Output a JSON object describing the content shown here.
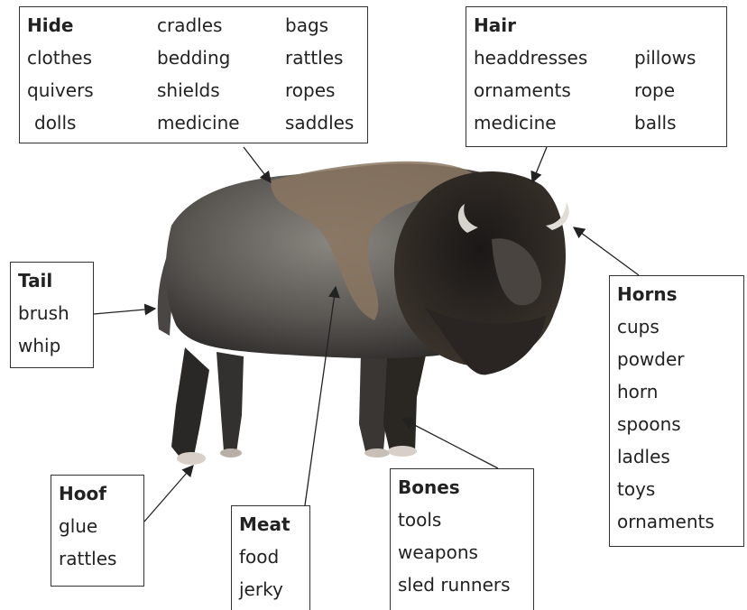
{
  "hide": {
    "title": "Hide",
    "col1": [
      "clothes",
      "quivers",
      "dolls"
    ],
    "col2": [
      "cradles",
      "bedding",
      "shields",
      "medicine"
    ],
    "col3": [
      "bags",
      "rattles",
      "ropes",
      "saddles"
    ]
  },
  "hair": {
    "title": "Hair",
    "col1": [
      "headdresses",
      "ornaments",
      "medicine"
    ],
    "col2": [
      "pillows",
      "rope",
      "balls"
    ]
  },
  "tail": {
    "title": "Tail",
    "items": [
      "brush",
      "whip"
    ]
  },
  "horns": {
    "title": "Horns",
    "items": [
      "cups",
      "powder",
      "horn",
      "spoons",
      "ladles",
      "toys",
      "ornaments"
    ]
  },
  "hoof": {
    "title": "Hoof",
    "items": [
      "glue",
      "rattles"
    ]
  },
  "meat": {
    "title": "Meat",
    "items": [
      "food",
      "jerky"
    ]
  },
  "bones": {
    "title": "Bones",
    "items": [
      "tools",
      "weapons",
      "sled runners"
    ]
  },
  "colors": {
    "bison_dark": "#2a2826",
    "bison_body": "#5d5a55",
    "bison_hide": "#8a7560",
    "hoof": "#d8d0c8"
  }
}
